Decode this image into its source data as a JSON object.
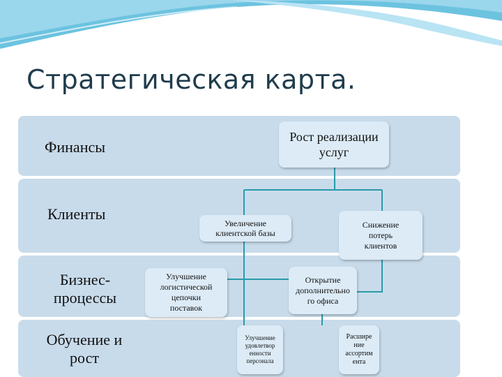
{
  "title": "Стратегическая карта.",
  "rows": {
    "finance": "Финансы",
    "clients": "Клиенты",
    "business_line1": "Бизнес-",
    "business_line2": "процессы",
    "learning_line1": "Обучение и",
    "learning_line2": "рост"
  },
  "nodes": {
    "sales_growth": [
      "Рост реализации",
      "услуг"
    ],
    "client_base": [
      "Увеличение",
      "клиентской базы"
    ],
    "loss_reduction": [
      "Снижение",
      "потерь",
      "клиентов"
    ],
    "logistics": [
      "Улучшение",
      "логистической",
      "цепочки",
      "поставок"
    ],
    "new_office": [
      "Открытие",
      "дополнительно",
      "го офиса"
    ],
    "staff_satisfaction": [
      "Улучшение",
      "удовлетвор",
      "енности",
      "персонала"
    ],
    "assortment": [
      "Расшире",
      "ние",
      "ассортим",
      "ента"
    ]
  },
  "colors": {
    "band": "#c8dbeb",
    "box": "#dcebf6",
    "connector": "#2a9aa8",
    "title": "#1f3c4c"
  }
}
